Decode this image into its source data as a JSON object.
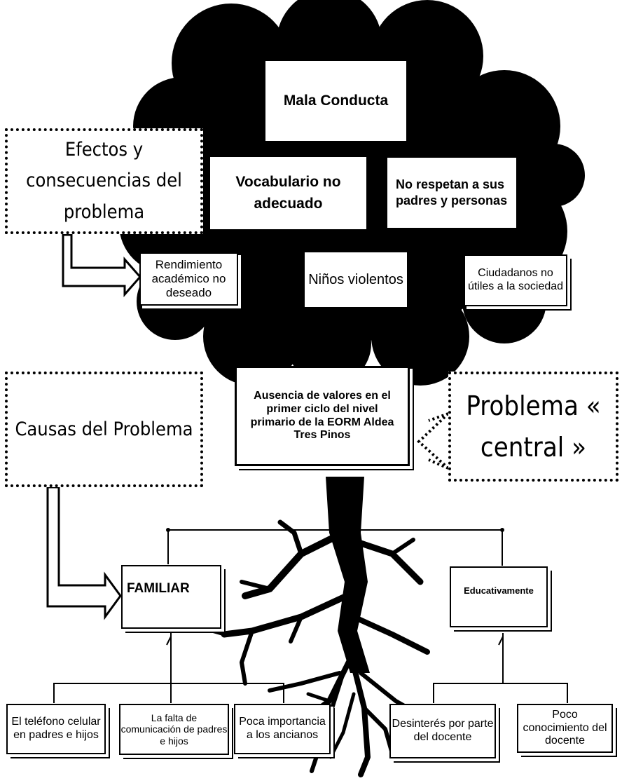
{
  "labels": {
    "effects": "Efectos y consecuencias del problema",
    "causes": "Causas del Problema",
    "problem_label": "Problema « central »"
  },
  "effects": {
    "top": "Mala Conducta",
    "vocab": "Vocabulario no adecuado",
    "respect": "No respetan a sus padres y personas",
    "academic": "Rendimiento académico no deseado",
    "violent": "Niños violentos",
    "citizens": "Ciudadanos no útiles a la sociedad"
  },
  "central_problem": "Ausencia de valores en el primer ciclo del nivel primario de la EORM Aldea Tres Pinos",
  "causes": {
    "familiar": "FAMILIAR",
    "educativo": "Educativamente",
    "phone": "El teléfono celular en padres e hijos",
    "communication": "La falta de comunicación de padres e hijos",
    "elders": "Poca importancia a los ancianos",
    "disinterest": "Desinterés por parte del docente",
    "knowledge": "Poco conocimiento del docente"
  }
}
